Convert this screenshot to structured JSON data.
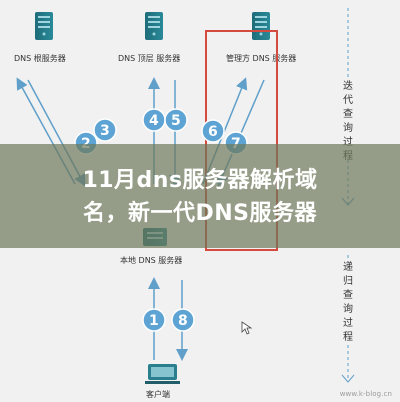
{
  "colors": {
    "server": "#2a7f8e",
    "server_dark": "#215e69",
    "arrow": "#5f9fc9",
    "circle": "#5da4d4",
    "highlight": "#d44a3f",
    "banner": "rgba(110, 120, 90, 0.70)"
  },
  "labels": {
    "root_server": "DNS  根服务器",
    "top_level_server": "DNS  顶层  服务器",
    "authority_server": "管理方  DNS  服务器",
    "local_server": "本地  DNS  服务器",
    "client": "客户端"
  },
  "steps": {
    "step1": "1",
    "step2": "2",
    "step3": "3",
    "step4": "4",
    "step5": "5",
    "step6": "6",
    "step7": "7",
    "step8": "8"
  },
  "side_labels": {
    "iterative": [
      "迭",
      "代",
      "查",
      "询",
      "过",
      "程"
    ],
    "recursive": [
      "递",
      "归",
      "查",
      "询",
      "过",
      "程"
    ]
  },
  "banner": {
    "line1": "11月dns服务器解析域",
    "line2": "名，新一代DNS服务器"
  },
  "watermark": "www.k-blog.cn"
}
